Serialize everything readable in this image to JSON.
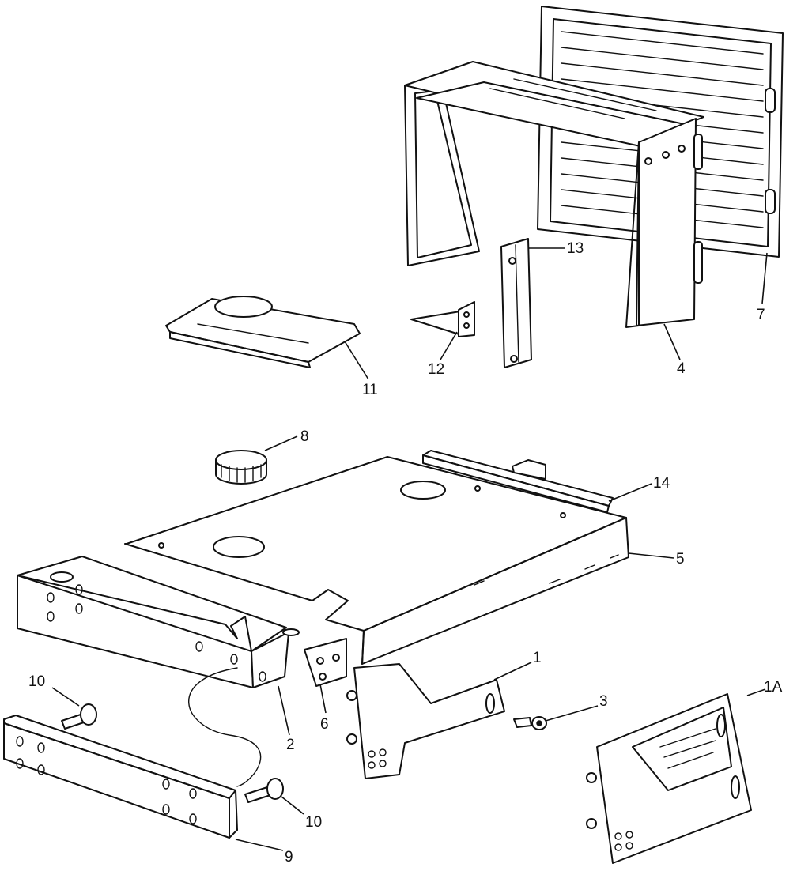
{
  "callouts": [
    {
      "id": "c1",
      "text": "1"
    },
    {
      "id": "c1a",
      "text": "1A"
    },
    {
      "id": "c2",
      "text": "2"
    },
    {
      "id": "c3",
      "text": "3"
    },
    {
      "id": "c4",
      "text": "4"
    },
    {
      "id": "c5",
      "text": "5"
    },
    {
      "id": "c6",
      "text": "6"
    },
    {
      "id": "c7",
      "text": "7"
    },
    {
      "id": "c8",
      "text": "8"
    },
    {
      "id": "c9",
      "text": "9"
    },
    {
      "id": "c10a",
      "text": "10"
    },
    {
      "id": "c10b",
      "text": "10"
    },
    {
      "id": "c11",
      "text": "11"
    },
    {
      "id": "c12",
      "text": "12"
    },
    {
      "id": "c13",
      "text": "13"
    },
    {
      "id": "c14",
      "text": "14"
    }
  ]
}
